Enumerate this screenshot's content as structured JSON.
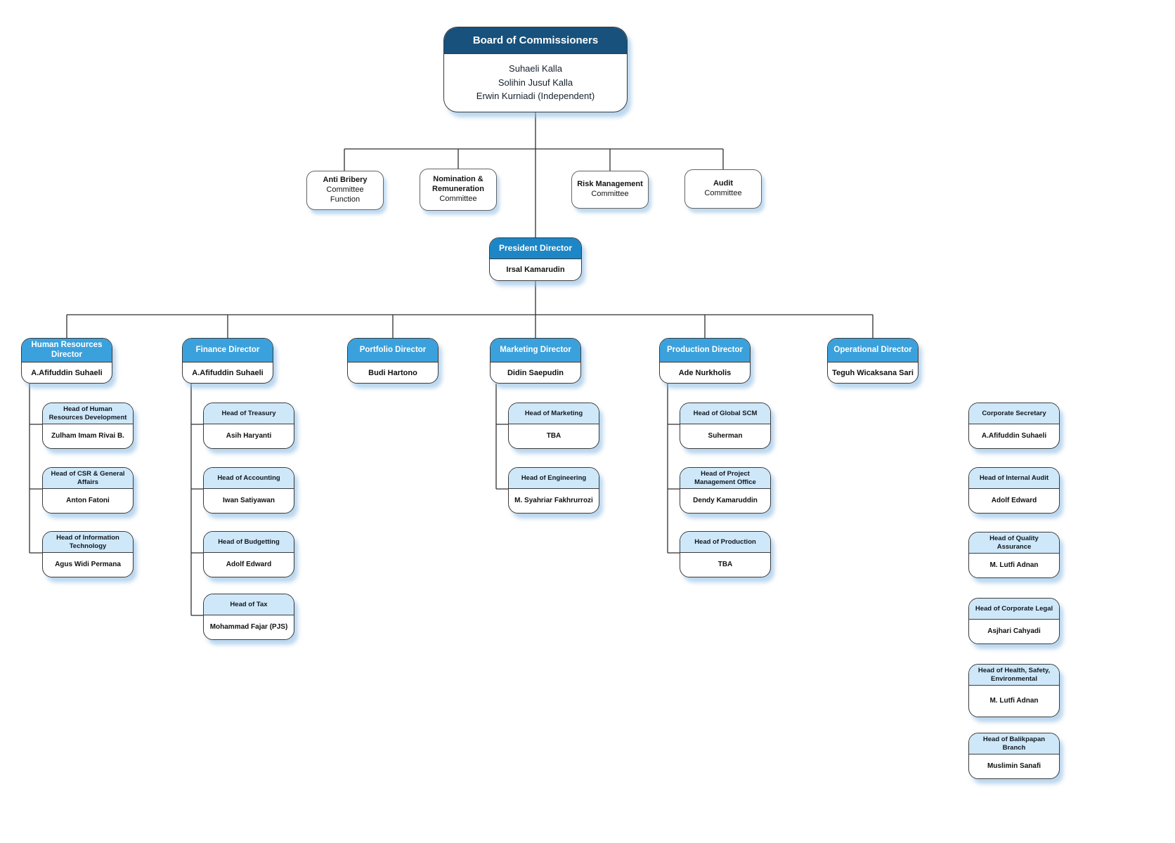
{
  "colors": {
    "board_header": "#17517C",
    "president_header": "#1D86C6",
    "director_header": "#3BA1DC",
    "sub_unit_header": "#CFE8F9",
    "box_border": "#3A3A3A",
    "connector": "#2F2F2F",
    "shadow": "#8DBCE4",
    "header_text": "#FFFFFF",
    "body_text": "#101010"
  },
  "board": {
    "title": "Board of Commissioners",
    "members": [
      "Suhaeli Kalla",
      "Solihin Jusuf Kalla",
      "Erwin Kurniadi (Independent)"
    ]
  },
  "committees": [
    {
      "bold_text": "Anti Bribery",
      "sub_text": "Committee Function"
    },
    {
      "bold_text": "Nomination & Remuneration",
      "sub_text": "Committee"
    },
    {
      "bold_text": "Risk Management",
      "sub_text": "Committee"
    },
    {
      "bold_text": "Audit",
      "sub_text": "Committee"
    }
  ],
  "president": {
    "title": "President Director",
    "name": "Irsal Kamarudin"
  },
  "directors": [
    {
      "title": "Human Resources Director",
      "name": "A.Afifuddin Suhaeli",
      "reports": [
        {
          "title": "Head of Human Resources Development",
          "name": "Zulham Imam Rivai B."
        },
        {
          "title": "Head of CSR & General Affairs",
          "name": "Anton Fatoni"
        },
        {
          "title": "Head of Information Technology",
          "name": "Agus Widi Permana"
        }
      ]
    },
    {
      "title": "Finance Director",
      "name": "A.Afifuddin Suhaeli",
      "reports": [
        {
          "title": "Head of Treasury",
          "name": "Asih Haryanti"
        },
        {
          "title": "Head of Accounting",
          "name": "Iwan Satiyawan"
        },
        {
          "title": "Head of Budgetting",
          "name": "Adolf Edward"
        },
        {
          "title": "Head of Tax",
          "name": "Mohammad Fajar (PJS)"
        }
      ]
    },
    {
      "title": "Portfolio Director",
      "name": "Budi Hartono",
      "reports": []
    },
    {
      "title": "Marketing Director",
      "name": "Didin Saepudin",
      "reports": [
        {
          "title": "Head of Marketing",
          "name": "TBA"
        },
        {
          "title": "Head of Engineering",
          "name": "M. Syahriar Fakhrurrozi"
        }
      ]
    },
    {
      "title": "Production Director",
      "name": "Ade Nurkholis",
      "reports": [
        {
          "title": "Head of Global SCM",
          "name": "Suherman"
        },
        {
          "title": "Head of Project Management Office",
          "name": "Dendy Kamaruddin"
        },
        {
          "title": "Head of Production",
          "name": "TBA"
        }
      ]
    },
    {
      "title": "Operational Director",
      "name": "Teguh Wicaksana Sari",
      "reports": []
    }
  ],
  "staff_offices": [
    {
      "title": "Corporate Secretary",
      "name": "A.Afifuddin Suhaeli"
    },
    {
      "title": "Head of Internal Audit",
      "name": "Adolf Edward"
    },
    {
      "title": "Head of Quality Assurance",
      "name": "M. Lutfi Adnan"
    },
    {
      "title": "Head of Corporate Legal",
      "name": "Asjhari Cahyadi"
    },
    {
      "title": "Head of Health, Safety, Environmental",
      "name": "M. Lutfi Adnan"
    },
    {
      "title": "Head of Balikpapan Branch",
      "name": "Muslimin Sanafi"
    }
  ]
}
